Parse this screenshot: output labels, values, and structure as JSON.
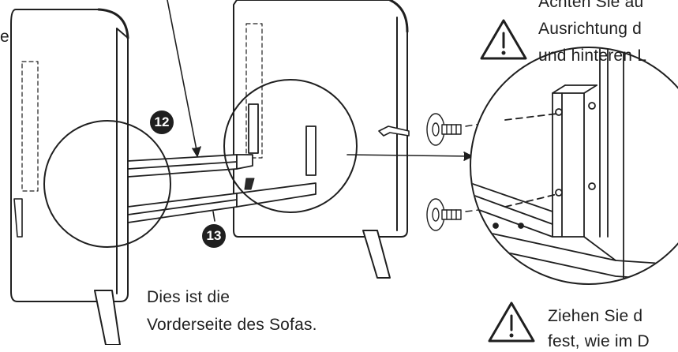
{
  "callouts": {
    "part_12": "12",
    "part_13": "13"
  },
  "front_note": {
    "line1": "Dies ist die",
    "line2": "Vorderseite des Sofas."
  },
  "warning_top": {
    "line1": "Achten Sie au",
    "line2": "Ausrichtung d",
    "line3": "und hinteren L"
  },
  "warning_bottom": {
    "line1": "Ziehen Sie d",
    "line2": "fest, wie im D"
  },
  "left_edge_fragment": "e",
  "icons": [
    "warning-triangle-icon",
    "hex-key-icon",
    "bolt-washer-icon"
  ],
  "colors": {
    "line": "#1f1f1f",
    "panel_edge": "#2a2a2a",
    "background": "#ffffff"
  }
}
